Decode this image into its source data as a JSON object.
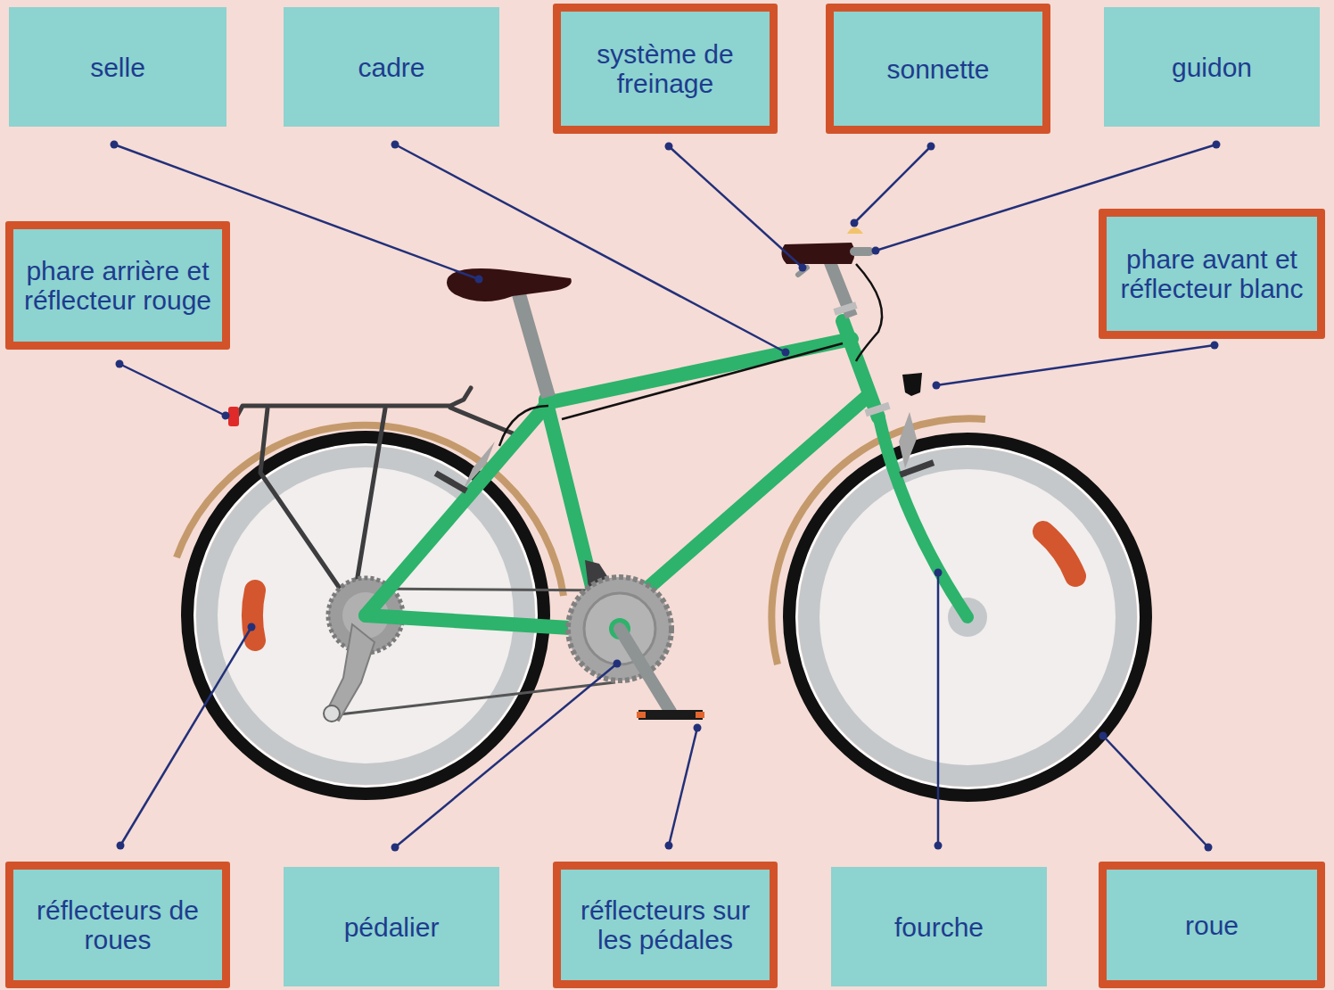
{
  "diagram": {
    "nodes": [
      {
        "text": [
          "selle"
        ]
      },
      {
        "text": [
          "cadre"
        ]
      },
      {
        "text": [
          "système de freinage"
        ]
      },
      {
        "text": [
          "sonnette"
        ]
      },
      {
        "text": [
          "guidon"
        ]
      },
      {
        "text": [
          "phare arrière et réflecteur rouge"
        ]
      },
      {
        "text": [
          "phare avant et réflecteur blanc"
        ]
      },
      {
        "text": [
          "réflecteurs de roues"
        ]
      },
      {
        "text": [
          "pédalier"
        ]
      },
      {
        "text": [
          "réflecteurs sur les pédales"
        ]
      },
      {
        "text": [
          "fourche"
        ]
      },
      {
        "text": [
          "roue"
        ]
      }
    ]
  }
}
